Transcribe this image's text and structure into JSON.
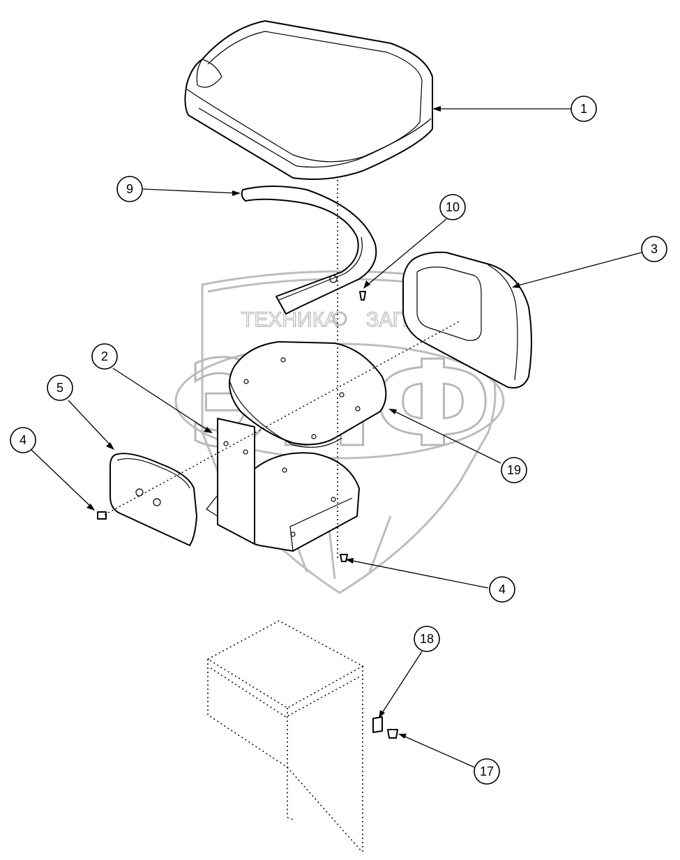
{
  "watermark": {
    "line1_left": "ТЕХНИКА",
    "line1_right": "ЗАПЧАСТИ",
    "logo": "ЭПФ"
  },
  "callouts": [
    {
      "id": "c1",
      "label": "1"
    },
    {
      "id": "c9",
      "label": "9"
    },
    {
      "id": "c10",
      "label": "10"
    },
    {
      "id": "c3",
      "label": "3"
    },
    {
      "id": "c2",
      "label": "2"
    },
    {
      "id": "c5",
      "label": "5"
    },
    {
      "id": "c4a",
      "label": "4"
    },
    {
      "id": "c19",
      "label": "19"
    },
    {
      "id": "c4b",
      "label": "4"
    },
    {
      "id": "c18",
      "label": "18"
    },
    {
      "id": "c17",
      "label": "17"
    }
  ],
  "colors": {
    "line": "#000000",
    "watermark": "#bdbdbd",
    "background": "#ffffff"
  }
}
